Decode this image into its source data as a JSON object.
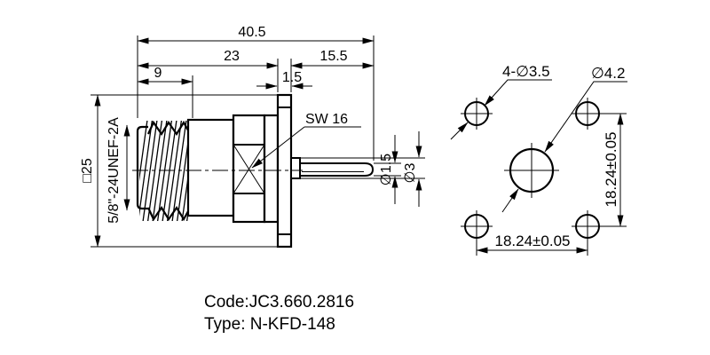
{
  "drawing": {
    "side_view": {
      "dim_overall_length": "40.5",
      "dim_body_length": "23",
      "dim_rear_length": "15.5",
      "dim_thread_length": "9",
      "dim_flange_thickness": "1.5",
      "dim_flange_square": "□25",
      "thread_spec": "5/8\"-24UNEF-2A",
      "wrench_size_label": "SW 16",
      "dim_pin_diameter": "∅1.5",
      "dim_collar_diameter": "∅3"
    },
    "front_view": {
      "dim_corner_holes": "4-∅3.5",
      "dim_center_hole": "∅4.2",
      "dim_hole_spacing_horizontal": "18.24±0.05",
      "dim_hole_spacing_vertical": "18.24±0.05"
    },
    "title_block": {
      "code_line": "Code:JC3.660.2816",
      "type_line": "Type: N-KFD-148"
    },
    "colors": {
      "line": "#000000",
      "background": "#ffffff"
    }
  }
}
